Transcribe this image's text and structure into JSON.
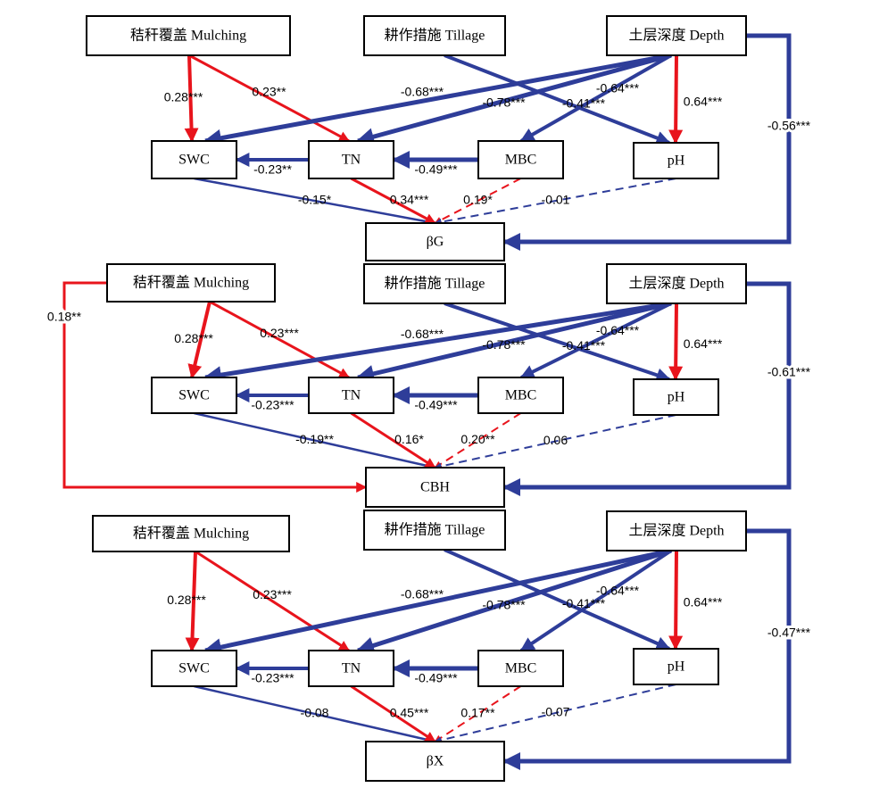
{
  "colors": {
    "positive": "#e8141c",
    "negative": "#2e3d99",
    "text": "#000000"
  },
  "nodes": {
    "mulching": "秸秆覆盖 Mulching",
    "tillage": "耕作措施 Tillage",
    "depth": "土层深度 Depth",
    "swc": "SWC",
    "tn": "TN",
    "mbc": "MBC",
    "ph": "pH"
  },
  "panels": [
    {
      "outcome": "βG",
      "coefficients": {
        "mulching_swc": "0.28***",
        "mulching_tn": "0.23**",
        "depth_swc": "-0.68***",
        "depth_tn": "-0.78***",
        "depth_mbc": "-0.64***",
        "tillage_ph": "-0.41***",
        "depth_ph": "0.64***",
        "depth_outcome": "-0.56***",
        "tn_swc": "-0.23**",
        "mbc_tn": "-0.49***",
        "swc_outcome": "-0.15*",
        "tn_outcome": "0.34***",
        "mbc_outcome": "0.19*",
        "ph_outcome": "-0.01",
        "mulching_outcome": ""
      }
    },
    {
      "outcome": "CBH",
      "coefficients": {
        "mulching_swc": "0.28***",
        "mulching_tn": "0.23***",
        "depth_swc": "-0.68***",
        "depth_tn": "-0.78***",
        "depth_mbc": "-0.64***",
        "tillage_ph": "-0.41***",
        "depth_ph": "0.64***",
        "depth_outcome": "-0.61***",
        "tn_swc": "-0.23***",
        "mbc_tn": "-0.49***",
        "swc_outcome": "-0.19**",
        "tn_outcome": "0.16*",
        "mbc_outcome": "0.20**",
        "ph_outcome": "0.06",
        "mulching_outcome": "0.18**"
      }
    },
    {
      "outcome": "βX",
      "coefficients": {
        "mulching_swc": "0.28***",
        "mulching_tn": "0.23***",
        "depth_swc": "-0.68***",
        "depth_tn": "-0.78***",
        "depth_mbc": "-0.64***",
        "tillage_ph": "-0.41***",
        "depth_ph": "0.64***",
        "depth_outcome": "-0.47***",
        "tn_swc": "-0.23***",
        "mbc_tn": "-0.49***",
        "swc_outcome": "-0.08",
        "tn_outcome": "0.45***",
        "mbc_outcome": "0.17**",
        "ph_outcome": "-0.07",
        "mulching_outcome": ""
      }
    }
  ]
}
